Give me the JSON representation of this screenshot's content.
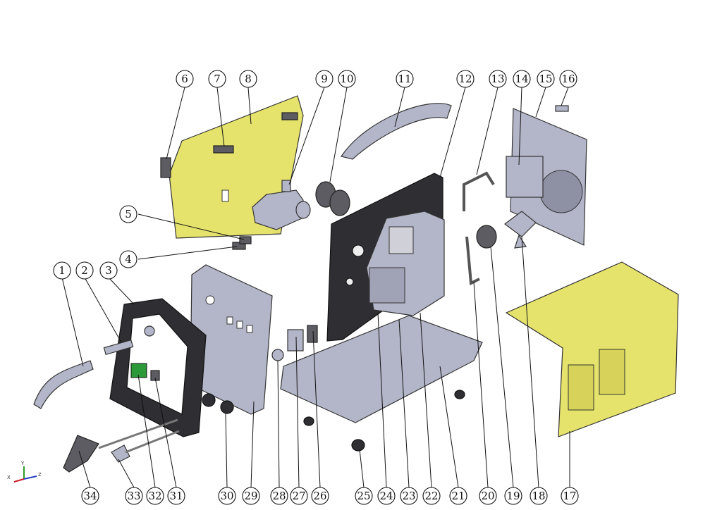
{
  "callouts": [
    {
      "n": "1"
    },
    {
      "n": "2"
    },
    {
      "n": "3"
    },
    {
      "n": "4"
    },
    {
      "n": "5"
    },
    {
      "n": "6"
    },
    {
      "n": "7"
    },
    {
      "n": "8"
    },
    {
      "n": "9"
    },
    {
      "n": "10"
    },
    {
      "n": "11"
    },
    {
      "n": "12"
    },
    {
      "n": "13"
    },
    {
      "n": "14"
    },
    {
      "n": "15"
    },
    {
      "n": "16"
    },
    {
      "n": "17"
    },
    {
      "n": "18"
    },
    {
      "n": "19"
    },
    {
      "n": "20"
    },
    {
      "n": "21"
    },
    {
      "n": "22"
    },
    {
      "n": "23"
    },
    {
      "n": "24"
    },
    {
      "n": "25"
    },
    {
      "n": "26"
    },
    {
      "n": "27"
    },
    {
      "n": "28"
    },
    {
      "n": "29"
    },
    {
      "n": "30"
    },
    {
      "n": "31"
    },
    {
      "n": "32"
    },
    {
      "n": "33"
    },
    {
      "n": "34"
    }
  ],
  "axes": {
    "x": "X",
    "y": "Y",
    "z": "Z"
  },
  "colors": {
    "panel_yellow": "#e6e36c",
    "metal_grey": "#b3b6c8",
    "dark": "#2e2e33",
    "switch_green": "#2d9a3a"
  }
}
